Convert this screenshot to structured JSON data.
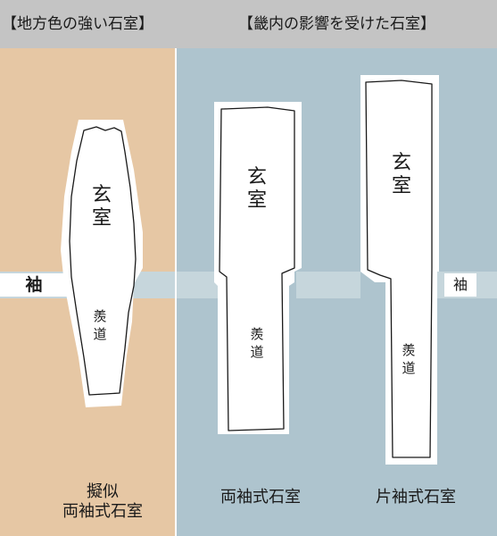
{
  "headers": {
    "regional": "【地方色の強い石室】",
    "kinai": "【畿内の影響を受けた石室】"
  },
  "colors": {
    "regional_panel": "#e6c7a4",
    "kinai_panel": "#aec4ce",
    "header": "#c4c4c4",
    "band": "#c6d6dc",
    "chamber": "#ffffff",
    "outline": "#1a1a1a"
  },
  "sleeve_label": "袖",
  "chambers": [
    {
      "genshitsu": "玄\n室",
      "sendo": "羨\n道",
      "type_label": "擬似\n両袖式石室"
    },
    {
      "genshitsu": "玄\n室",
      "sendo": "羨\n道",
      "type_label": "両袖式石室"
    },
    {
      "genshitsu": "玄\n室",
      "sendo": "羨\n道",
      "type_label": "片袖式石室"
    }
  ]
}
